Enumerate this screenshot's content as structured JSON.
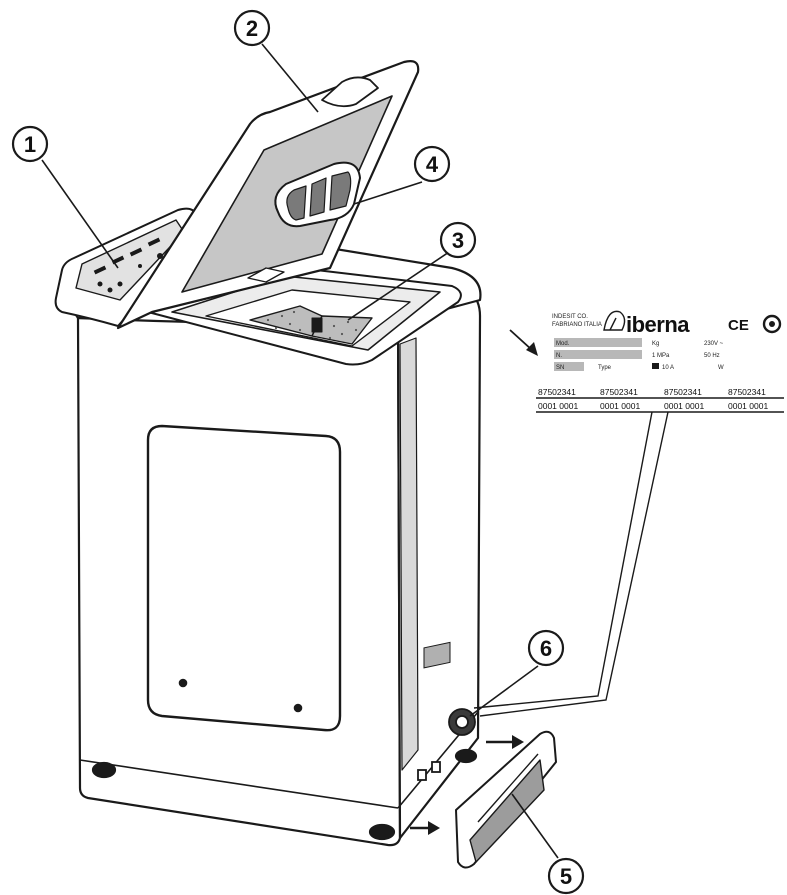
{
  "callouts": [
    {
      "id": "1",
      "label": "1"
    },
    {
      "id": "2",
      "label": "2"
    },
    {
      "id": "3",
      "label": "3"
    },
    {
      "id": "4",
      "label": "4"
    },
    {
      "id": "5",
      "label": "5"
    },
    {
      "id": "6",
      "label": "6"
    }
  ],
  "rating_plate": {
    "maker_line1": "INDESIT CO.",
    "maker_line2": "FABRIANO ITALIA",
    "brand": "iberna",
    "ce_mark": "CE",
    "mod_label": "Mod.",
    "n_label": "N.",
    "sn_label": "SN",
    "type_label": "Type",
    "kg_label": "Kg",
    "voltage": "230V ~",
    "pressure": "1 MPa",
    "frequency": "50 Hz",
    "current": "10 A",
    "power_unit": "W"
  },
  "codes": [
    {
      "line1": "87502341",
      "line2": "0001 0001"
    },
    {
      "line1": "87502341",
      "line2": "0001 0001"
    },
    {
      "line1": "87502341",
      "line2": "0001 0001"
    },
    {
      "line1": "87502341",
      "line2": "0001 0001"
    }
  ],
  "colors": {
    "line": "#1a1a1a",
    "panel_gray": "#b8b8b8",
    "light_gray": "#d9d9d9",
    "white": "#ffffff"
  }
}
